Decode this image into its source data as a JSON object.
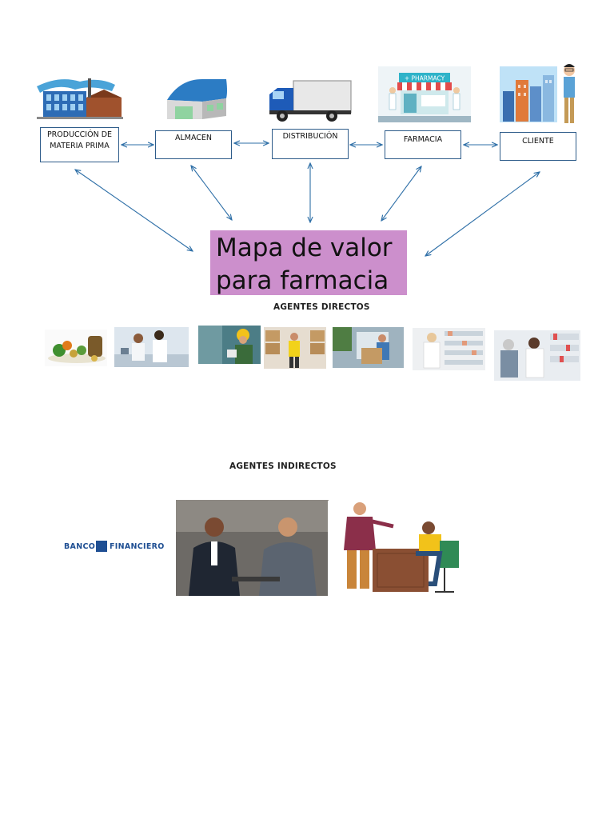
{
  "diagram": {
    "nodes": [
      {
        "id": "produccion",
        "label_line1": "PRODUCCIÓN DE",
        "label_line2": "MATERIA PRIMA",
        "icon": "factory-icon"
      },
      {
        "id": "almacen",
        "label": "ALMACEN",
        "icon": "warehouse-icon"
      },
      {
        "id": "distribucion",
        "label": "DISTRIBUCIÓN",
        "icon": "truck-icon"
      },
      {
        "id": "farmacia",
        "label": "FARMACIA",
        "icon": "pharmacy-store-icon"
      },
      {
        "id": "cliente",
        "label": "CLIENTE",
        "icon": "customer-city-icon"
      }
    ],
    "pharmacy_sign": "+ PHARMACY",
    "center_title_line1": "Mapa de valor",
    "center_title_line2": "para farmacia",
    "colors": {
      "arrow": "#2e6fa7",
      "box_border": "#2e5c8a",
      "title_bg": "#cc8fcc"
    }
  },
  "direct_agents": {
    "heading": "AGENTES DIRECTOS",
    "images": [
      "herbal-raw-materials-photo",
      "laboratory-scientists-photo",
      "factory-worker-photo",
      "warehouse-worker-photo",
      "delivery-worker-photo",
      "pharmacist-photo",
      "pharmacy-customer-photo"
    ]
  },
  "indirect_agents": {
    "heading": "AGENTES INDIRECTOS",
    "bank_logo_left": "BANCO",
    "bank_logo_right": "FINANCIERO",
    "images": [
      "business-meeting-photo",
      "advisor-client-illustration"
    ]
  }
}
